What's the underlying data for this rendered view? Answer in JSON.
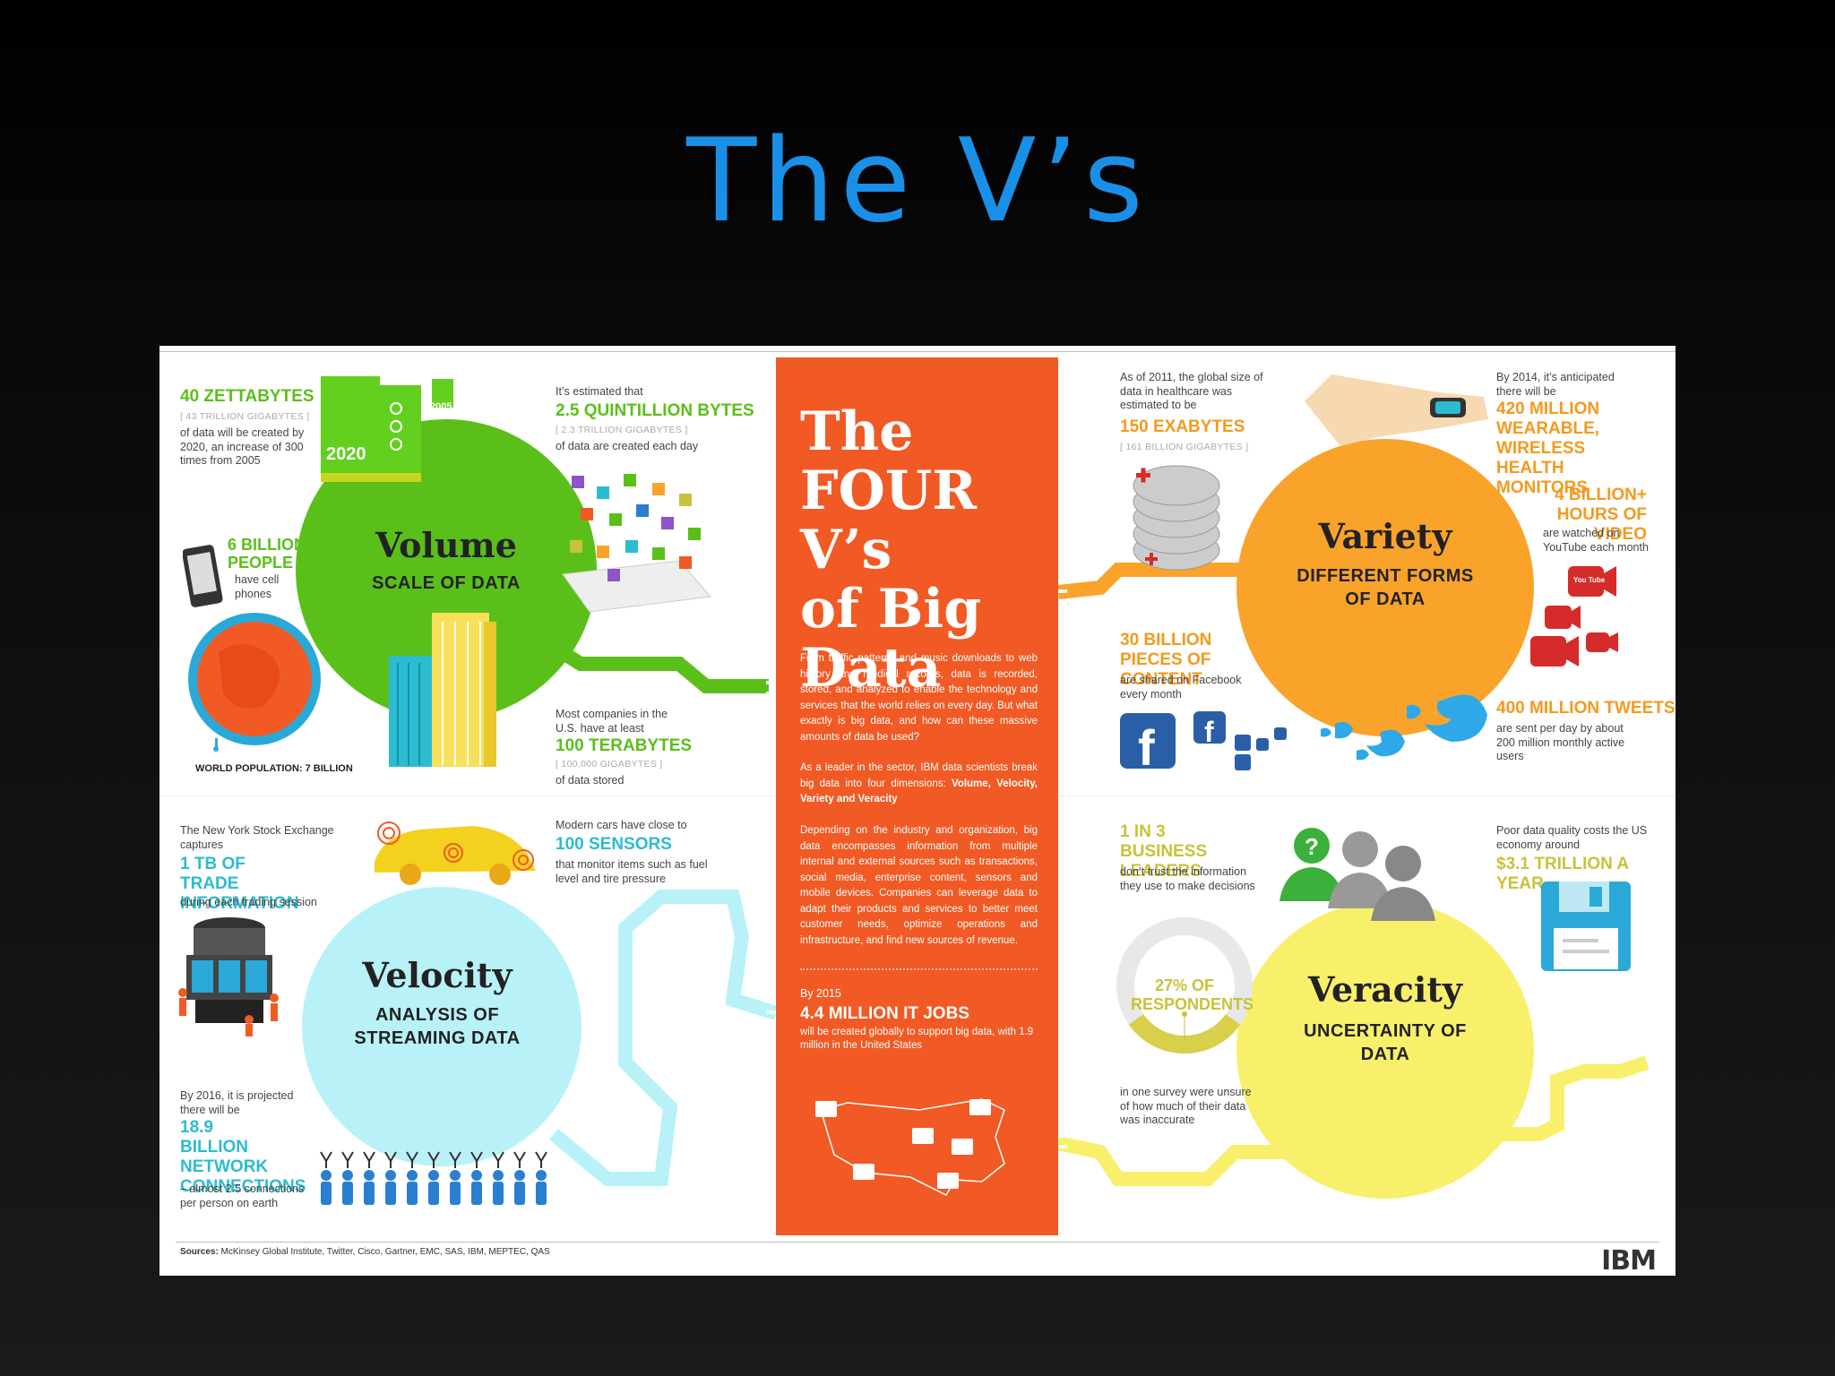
{
  "slide": {
    "title": "The V’s"
  },
  "center": {
    "heading": [
      "The",
      "FOUR V’s",
      "of Big",
      "Data"
    ],
    "para1": "From traffic patterns and music downloads to web history and medical records, data is recorded, stored, and analyzed to enable the technology and services that the world relies on every day. But what exactly is big data, and how can these massive amounts of data be used?",
    "para2_pre": "As a leader in the sector, IBM data scientists break big data into four dimensions: ",
    "para2_bold": "Volume, Velocity, Variety and Veracity",
    "para3": "Depending on the industry and organization, big data encompasses information from multiple internal and external sources such as transactions, social media, enterprise content, sensors and mobile devices. Companies can leverage data to adapt their products and services to better meet customer needs, optimize operations and infrastructure, and find new sources of revenue.",
    "jobs_pre": "By 2015",
    "jobs_big": "4.4 MILLION IT JOBS",
    "jobs_post": "will be created globally to support big data, with 1.9 million in the United States"
  },
  "volume": {
    "title": "Volume",
    "subtitle": "SCALE OF DATA",
    "card_2020": "2020",
    "card_2005": "2005",
    "zetta_big": "40 ZETTABYTES",
    "zetta_tiny": "[ 43 TRILLION GIGABYTES ]",
    "zetta_text": "of data will be created by 2020, an increase of 300 times from 2005",
    "phones_big": "6 BILLION PEOPLE",
    "phones_text": "have cell phones",
    "population": "WORLD POPULATION: 7 BILLION",
    "quint_pre": "It’s estimated that",
    "quint_big": "2.5 QUINTILLION BYTES",
    "quint_tiny": "[ 2.3 TRILLION GIGABYTES ]",
    "quint_text": "of data are created each day",
    "tb_pre": "Most companies in the U.S. have at least",
    "tb_big": "100 TERABYTES",
    "tb_tiny": "[ 100,000 GIGABYTES ]",
    "tb_text": "of data stored"
  },
  "velocity": {
    "title": "Velocity",
    "subtitle": "ANALYSIS OF STREAMING DATA",
    "nyse_pre": "The New York Stock Exchange captures",
    "nyse_big": "1 TB OF TRADE INFORMATION",
    "nyse_post": "during each trading session",
    "cars_pre": "Modern cars have close to",
    "cars_big": "100 SENSORS",
    "cars_post": "that monitor items such as fuel level and tire pressure",
    "net_pre": "By 2016, it is projected there will be",
    "net_big": "18.9 BILLION NETWORK CONNECTIONS",
    "net_post": "– almost 2.5 connections per person on earth"
  },
  "variety": {
    "title": "Variety",
    "subtitle": "DIFFERENT FORMS OF DATA",
    "health_pre": "As of 2011, the global size of data in healthcare was estimated to be",
    "health_big": "150 EXABYTES",
    "health_tiny": "[ 161 BILLION GIGABYTES ]",
    "monitors_pre": "By 2014, it’s anticipated there will be",
    "monitors_big": "420 MILLION WEARABLE, WIRELESS HEALTH MONITORS",
    "video_big": "4 BILLION+ HOURS OF VIDEO",
    "video_post": "are watched on YouTube each month",
    "fb_big": "30 BILLION PIECES OF CONTENT",
    "fb_post": "are shared on Facebook every month",
    "tweets_big": "400 MILLION TWEETS",
    "tweets_post": "are sent per day by about 200 million monthly active users",
    "yt_label": "You Tube"
  },
  "veracity": {
    "title": "Veracity",
    "subtitle": "UNCERTAINTY OF DATA",
    "leaders_big": "1 IN 3 BUSINESS LEADERS",
    "leaders_post": "don’t trust the information they use to make decisions",
    "survey_big": "27% OF RESPONDENTS",
    "survey_post": "in one survey were unsure of how much of their data was inaccurate",
    "quality_pre": "Poor data quality costs the US economy around",
    "quality_big": "$3.1 TRILLION A YEAR"
  },
  "footer": {
    "sources_label": "Sources:",
    "sources": "McKinsey Global Institute, Twitter, Cisco, Gartner, EMC, SAS, IBM, MEPTEC, QAS",
    "logo": "IBM"
  },
  "colors": {
    "volume": "#5bbf1a",
    "velocity": "#b8f2f8",
    "variety": "#f9a32b",
    "veracity": "#f8f06a",
    "center": "#f15a24",
    "title": "#1a8fe8"
  }
}
